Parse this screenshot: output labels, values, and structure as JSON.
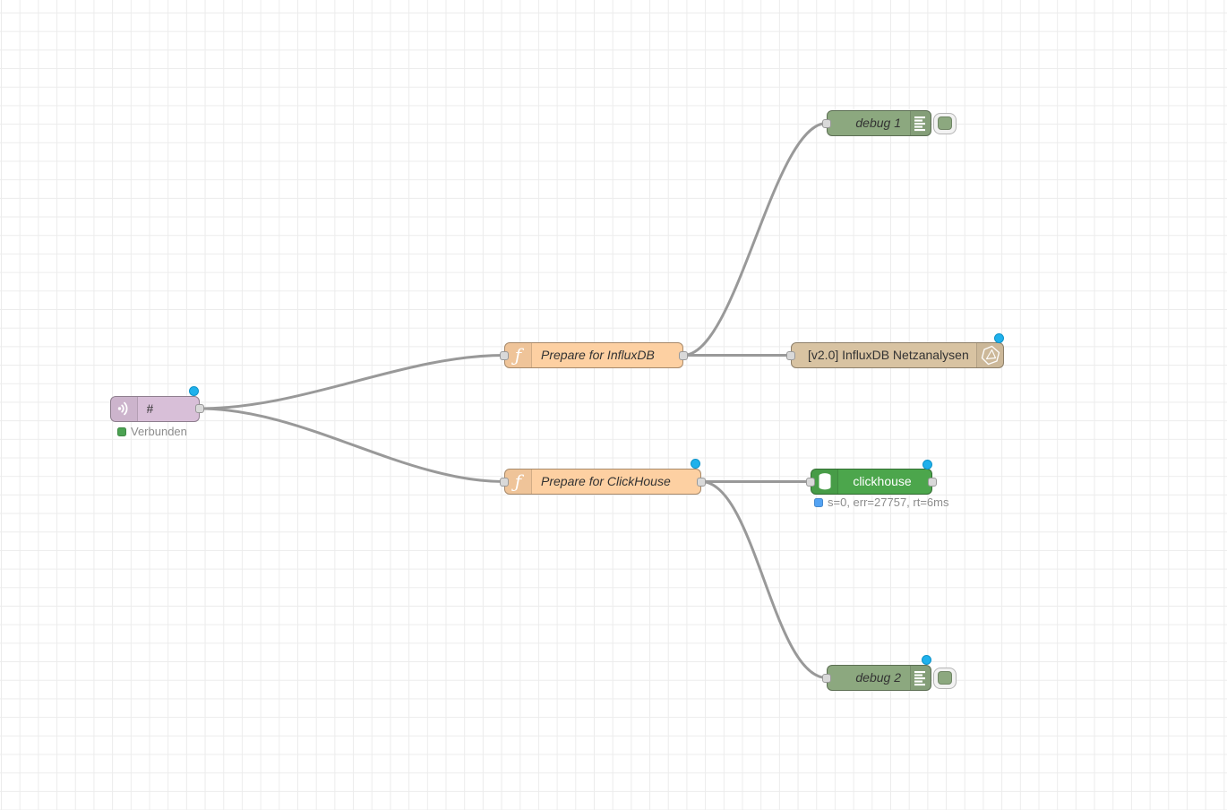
{
  "app": "node-red-flow-editor",
  "canvas": {
    "background": "#ffffff",
    "grid_color": "#ececec",
    "wire_color": "#999999",
    "port_color": "#d9d9d9",
    "changed_indicator_color": "#1fb1ec"
  },
  "nodes": {
    "mqtt": {
      "label": "#",
      "color": "#d8bfd8",
      "icon": "broadcast-waves",
      "status": {
        "text": "Verbunden",
        "color": "#4ba252"
      }
    },
    "fn_influx": {
      "label": "Prepare for InfluxDB",
      "color": "#fdd0a2",
      "icon": "function-f"
    },
    "fn_clickhouse": {
      "label": "Prepare for ClickHouse",
      "color": "#fdd0a2",
      "icon": "function-f"
    },
    "debug1": {
      "label": "debug 1",
      "color": "#8ca87f",
      "icon": "debug-lines"
    },
    "debug2": {
      "label": "debug 2",
      "color": "#8ca87f",
      "icon": "debug-lines"
    },
    "influxdb": {
      "label": "[v2.0] InfluxDB Netzanalysen",
      "color": "#d8c3a2",
      "icon": "influxdb-hexagon"
    },
    "clickhouse": {
      "label": "clickhouse",
      "color": "#4ca64c",
      "icon": "database-cylinder",
      "status": {
        "text": "s=0, err=27757, rt=6ms",
        "color": "#53a3f3"
      }
    }
  }
}
